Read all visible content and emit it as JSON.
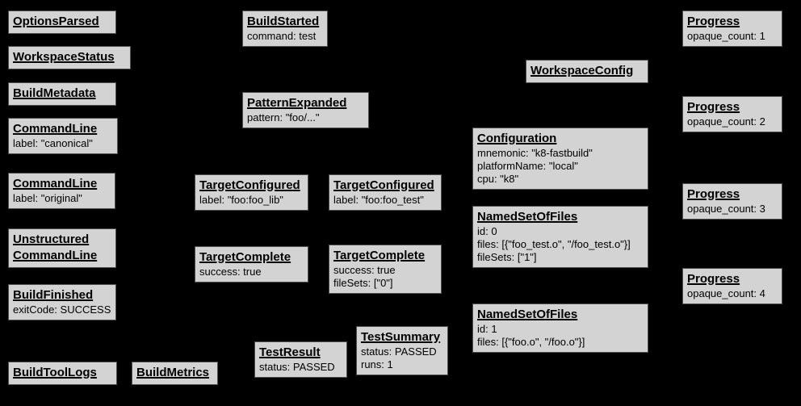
{
  "colors": {
    "background": "#000000",
    "node_fill": "#d3d3d3",
    "node_border": "#4f4f4f",
    "node_text": "#000000"
  },
  "nodes": [
    {
      "title": "OptionsParsed",
      "body": ""
    },
    {
      "title": "WorkspaceStatus",
      "body": ""
    },
    {
      "title": "BuildMetadata",
      "body": ""
    },
    {
      "title": "CommandLine",
      "body": "label: \"canonical\""
    },
    {
      "title": "CommandLine",
      "body": "label: \"original\""
    },
    {
      "title": "Unstructured\nCommandLine",
      "body": ""
    },
    {
      "title": "BuildFinished",
      "body": "exitCode: SUCCESS"
    },
    {
      "title": "BuildToolLogs",
      "body": ""
    },
    {
      "title": "BuildMetrics",
      "body": ""
    },
    {
      "title": "BuildStarted",
      "body": "command: test"
    },
    {
      "title": "PatternExpanded",
      "body": "pattern: \"foo/...\""
    },
    {
      "title": "TargetConfigured",
      "body": "label: \"foo:foo_lib\""
    },
    {
      "title": "TargetConfigured",
      "body": "label: \"foo:foo_test\""
    },
    {
      "title": "TargetComplete",
      "body": "success: true"
    },
    {
      "title": "TargetComplete",
      "body": "success: true\nfileSets: [\"0\"]"
    },
    {
      "title": "TestResult",
      "body": "status: PASSED"
    },
    {
      "title": "TestSummary",
      "body": "status: PASSED\nruns: 1"
    },
    {
      "title": "WorkspaceConfig",
      "body": ""
    },
    {
      "title": "Configuration",
      "body": "mnemonic: \"k8-fastbuild\"\nplatformName: \"local\"\ncpu: \"k8\""
    },
    {
      "title": "NamedSetOfFiles",
      "body": "id: 0\nfiles: [{\"foo_test.o\", \"/foo_test.o\"}]\nfileSets: [\"1\"]"
    },
    {
      "title": "NamedSetOfFiles",
      "body": "id: 1\nfiles: [{\"foo.o\", \"/foo.o\"}]"
    },
    {
      "title": "Progress",
      "body": "opaque_count: 1"
    },
    {
      "title": "Progress",
      "body": "opaque_count: 2"
    },
    {
      "title": "Progress",
      "body": "opaque_count: 3"
    },
    {
      "title": "Progress",
      "body": "opaque_count: 4"
    }
  ]
}
